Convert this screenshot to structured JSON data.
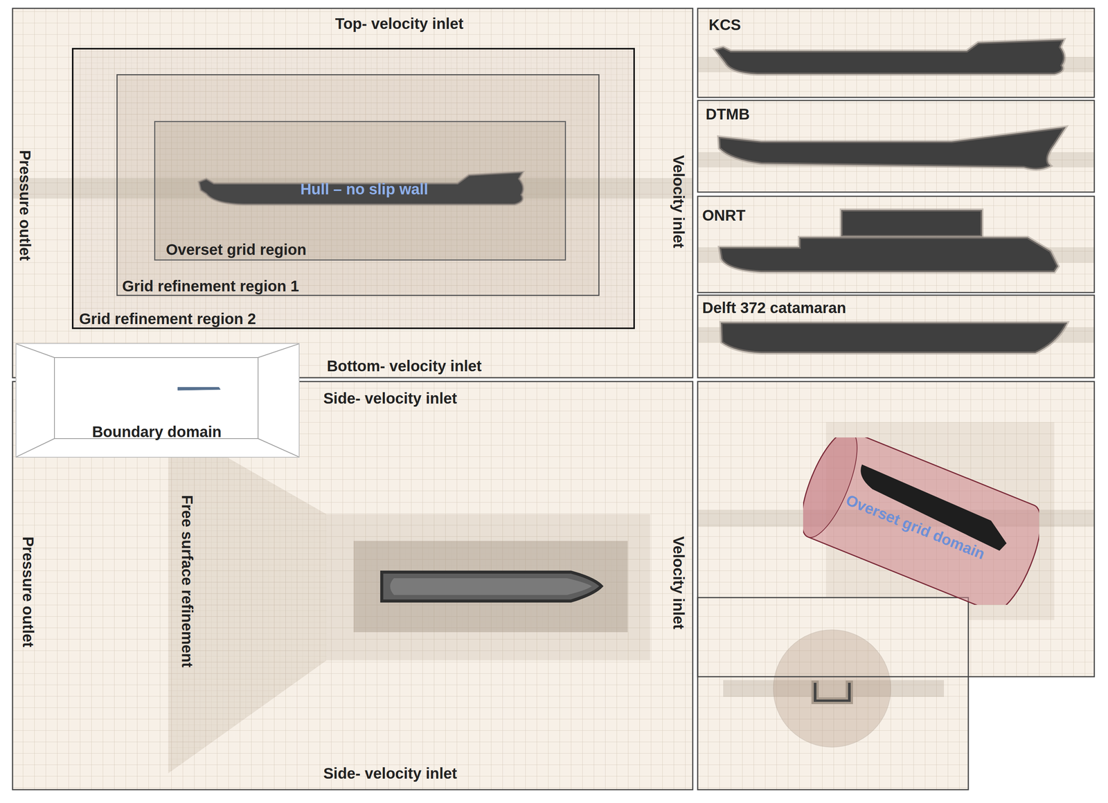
{
  "diagram": {
    "nodes": [
      {
        "text": [
          "Top- velocity inlet",
          "Pressure outlet",
          "Velocity inlet",
          "Bottom- velocity inlet"
        ]
      },
      {
        "text": [
          "Grid refinement region 2"
        ],
        "in": 0
      },
      {
        "text": [
          "Grid refinement region 1"
        ],
        "in": 1
      },
      {
        "text": [
          "Overset grid  region"
        ],
        "in": 2
      },
      {
        "text": [
          "Hull – no slip wall"
        ],
        "in": 3
      },
      {
        "text": [
          "KCS"
        ]
      },
      {
        "text": [
          "DTMB"
        ]
      },
      {
        "text": [
          "ONRT"
        ]
      },
      {
        "text": [
          "Delft 372 catamaran"
        ]
      },
      {
        "text": [
          "Boundary domain"
        ]
      },
      {
        "text": [
          "Side- velocity inlet",
          "Pressure outlet",
          "Free surface refinement",
          "Velocity inlet",
          "Side- velocity inlet"
        ]
      },
      {
        "text": [
          "Overset grid domain"
        ]
      }
    ]
  }
}
